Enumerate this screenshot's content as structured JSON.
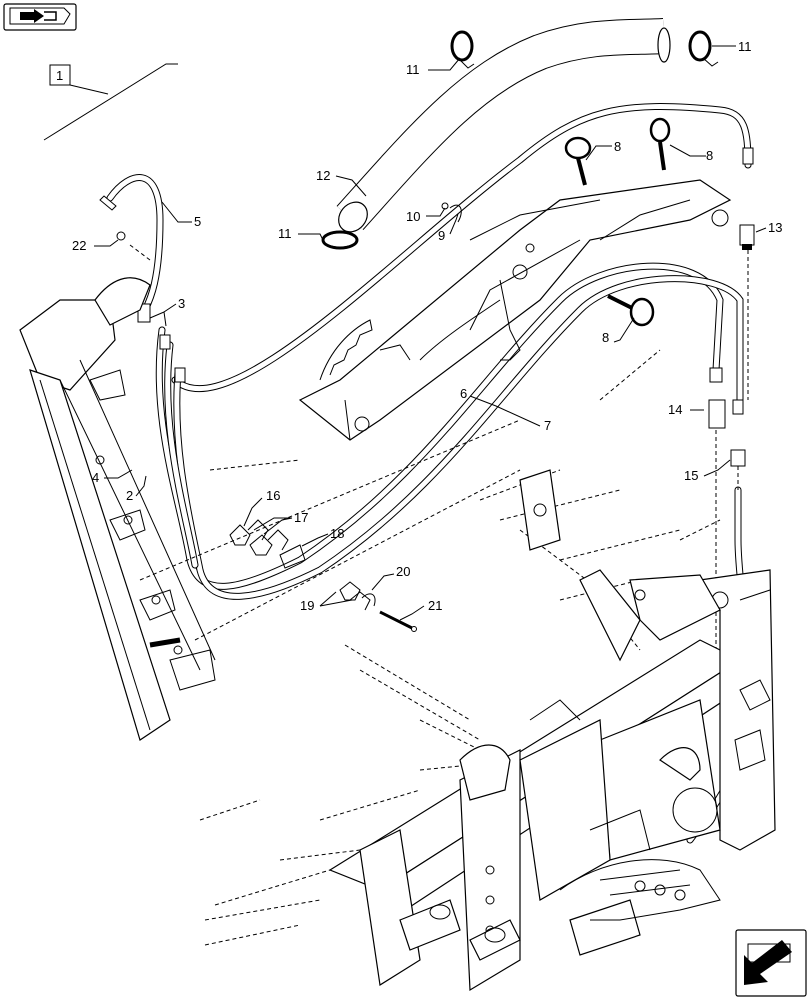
{
  "icons": {
    "top_left": "folder-arrow-icon",
    "bottom_right": "next-page-arrow-icon"
  },
  "reference_box": "1",
  "callouts": [
    {
      "id": "c11a",
      "text": "11"
    },
    {
      "id": "c11b",
      "text": "11"
    },
    {
      "id": "c11c",
      "text": "11"
    },
    {
      "id": "c12",
      "text": "12"
    },
    {
      "id": "c10",
      "text": "10"
    },
    {
      "id": "c9",
      "text": "9"
    },
    {
      "id": "c8a",
      "text": "8"
    },
    {
      "id": "c8b",
      "text": "8"
    },
    {
      "id": "c8c",
      "text": "8"
    },
    {
      "id": "c13",
      "text": "13"
    },
    {
      "id": "c5",
      "text": "5"
    },
    {
      "id": "c22",
      "text": "22"
    },
    {
      "id": "c3",
      "text": "3"
    },
    {
      "id": "c6",
      "text": "6"
    },
    {
      "id": "c7",
      "text": "7"
    },
    {
      "id": "c14",
      "text": "14"
    },
    {
      "id": "c15",
      "text": "15"
    },
    {
      "id": "c4",
      "text": "4"
    },
    {
      "id": "c2",
      "text": "2"
    },
    {
      "id": "c16",
      "text": "16"
    },
    {
      "id": "c17",
      "text": "17"
    },
    {
      "id": "c18",
      "text": "18"
    },
    {
      "id": "c19",
      "text": "19"
    },
    {
      "id": "c20",
      "text": "20"
    },
    {
      "id": "c21",
      "text": "21"
    }
  ]
}
